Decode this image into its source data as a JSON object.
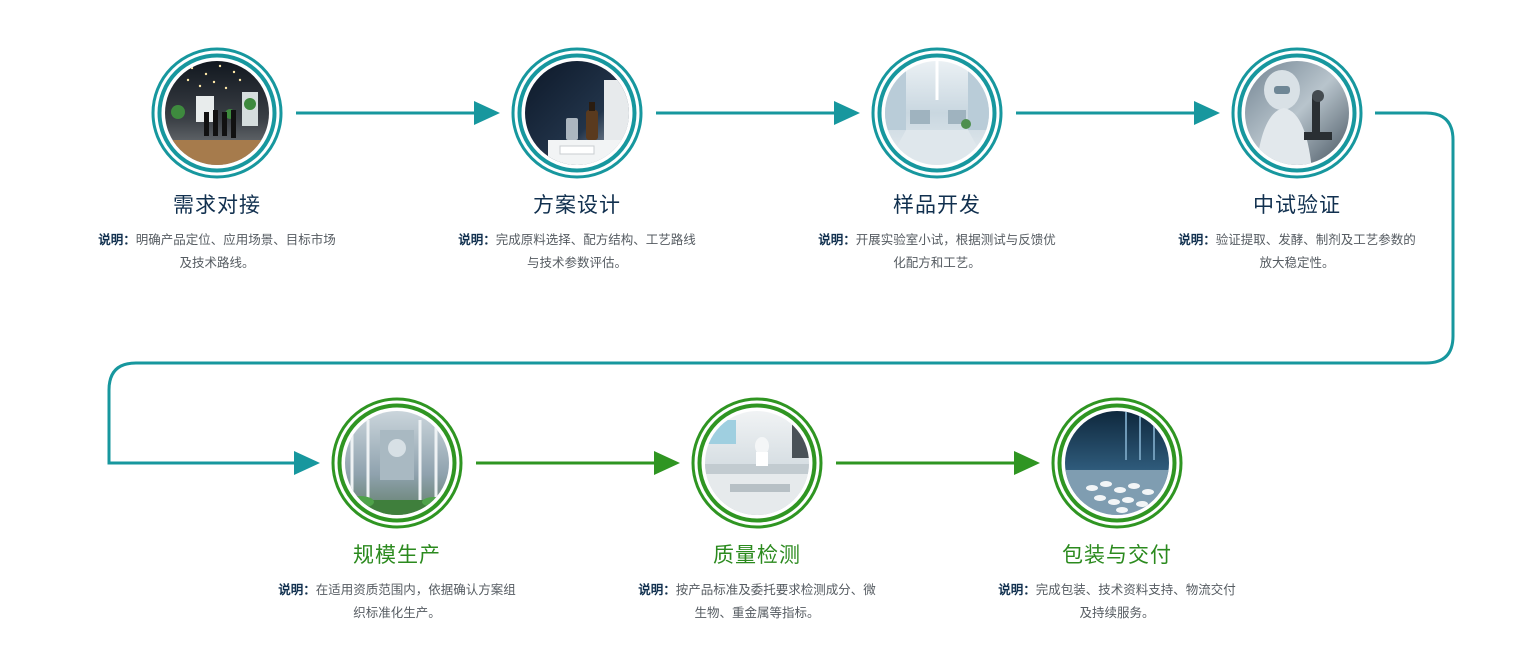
{
  "colors": {
    "teal": "#17979e",
    "green": "#2f9522",
    "title_dark": "#11304f",
    "title_green": "#2b8a1e",
    "text": "#555b61"
  },
  "label_prefix": "说明：",
  "steps": [
    {
      "title": "需求对接",
      "desc": "明确产品定位、应用场景、目标市场及技术路线。",
      "color": "teal",
      "image": "exhibition-hall-photo"
    },
    {
      "title": "方案设计",
      "desc": "完成原料选择、配方结构、工艺路线与技术参数评估。",
      "color": "teal",
      "image": "lab-bottles-photo"
    },
    {
      "title": "样品开发",
      "desc": "开展实验室小试，根据测试与反馈优化配方和工艺。",
      "color": "teal",
      "image": "laboratory-room-photo"
    },
    {
      "title": "中试验证",
      "desc": "验证提取、发酵、制剂及工艺参数的放大稳定性。",
      "color": "teal",
      "image": "scientist-microscope-photo"
    },
    {
      "title": "规模生产",
      "desc": "在适用资质范围内，依据确认方案组织标准化生产。",
      "color": "green",
      "image": "factory-production-line-photo"
    },
    {
      "title": "质量检测",
      "desc": "按产品标准及委托要求检测成分、微生物、重金属等指标。",
      "color": "green",
      "image": "quality-lab-photo"
    },
    {
      "title": "包装与交付",
      "desc": "完成包装、技术资料支持、物流交付及持续服务。",
      "color": "green",
      "image": "tablets-packaging-photo"
    }
  ]
}
